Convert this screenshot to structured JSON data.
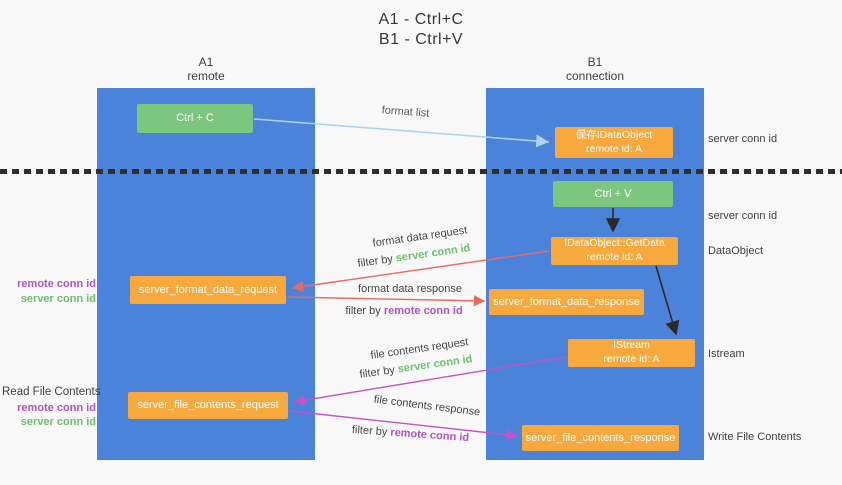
{
  "colors": {
    "column_blue": "#4c83da",
    "box_green": "#7cc680",
    "box_orange": "#f8a93e",
    "arrow_light_blue": "#aad5f5",
    "arrow_red": "#e9695e",
    "arrow_magenta": "#c653c6",
    "arrow_black": "#2a2a2a",
    "label_green": "#6dbf6d",
    "label_purple": "#b052c8"
  },
  "title": {
    "line1": "A1 - Ctrl+C",
    "line2": "B1 - Ctrl+V"
  },
  "columns": {
    "a1": {
      "name": "A1",
      "role": "remote"
    },
    "b1": {
      "name": "B1",
      "role": "connection"
    }
  },
  "nodes": {
    "ctrl_c": {
      "label": "Ctrl + C"
    },
    "save_idataobject": {
      "line1": "保存IDataObject",
      "line2": "remote id: A"
    },
    "ctrl_v": {
      "label": "Ctrl + V"
    },
    "getdata": {
      "line1": "IDataObject::GetData",
      "line2": "remote id: A"
    },
    "format_request": {
      "label": "server_format_data_request"
    },
    "format_response": {
      "label": "server_format_data_response"
    },
    "istream": {
      "line1": "IStream",
      "line2": "remote id: A"
    },
    "file_request": {
      "label": "server_file_contents_request"
    },
    "file_response": {
      "label": "server_file_contents_response"
    }
  },
  "arrow_labels": {
    "format_list": "format list",
    "format_data_request": "format data request",
    "format_data_request_filter_prefix": "filter by ",
    "format_data_request_filter_value": "server conn id",
    "format_data_response": "format data response",
    "format_data_response_filter_prefix": "filter by ",
    "format_data_response_filter_value": "remote conn id",
    "file_contents_request": "file contents request",
    "file_contents_request_filter_prefix": "filter by ",
    "file_contents_request_filter_value": "server conn id",
    "file_contents_response": "file contents response",
    "file_contents_response_filter_prefix": "filter by ",
    "file_contents_response_filter_value": "remote conn id"
  },
  "side_labels": {
    "left_mid": {
      "remote": "remote conn id",
      "server": "server conn id"
    },
    "left_bottom": {
      "title": "Read File Contents",
      "remote": "remote conn id",
      "server": "server conn id"
    },
    "right": {
      "server_conn_top": "server conn id",
      "server_conn_mid": "server conn id",
      "dataobject": "DataObject",
      "istream": "Istream",
      "write_file": "Write File Contents"
    }
  }
}
